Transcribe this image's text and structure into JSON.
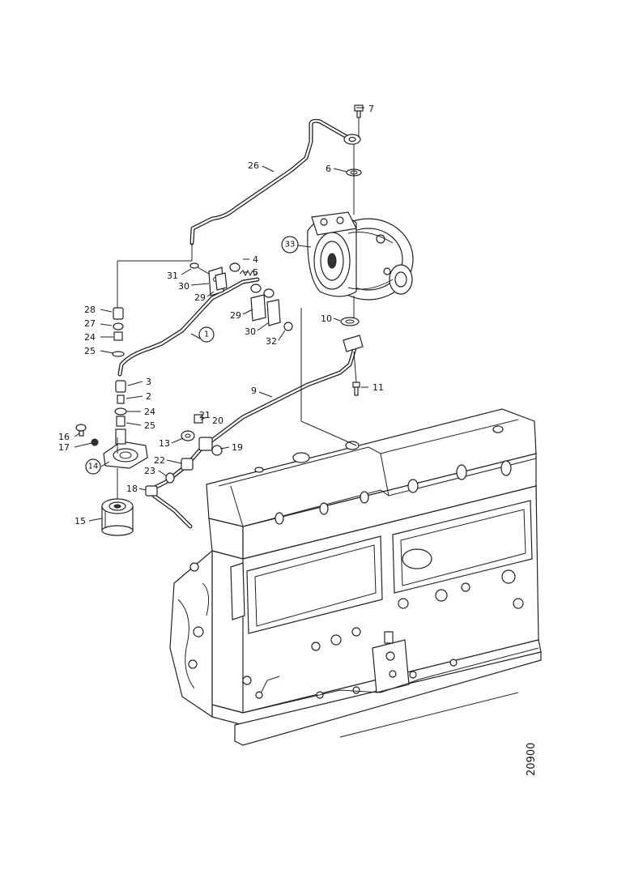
{
  "drawing_number": "20900",
  "callouts": {
    "c1": "1",
    "c2": "2",
    "c3": "3",
    "c4": "4",
    "c5": "5",
    "c6": "6",
    "c7": "7",
    "c9": "9",
    "c10": "10",
    "c11": "11",
    "c13": "13",
    "c14": "14",
    "c15": "15",
    "c16": "16",
    "c17": "17",
    "c18": "18",
    "c19": "19",
    "c20": "20",
    "c21": "21",
    "c22": "22",
    "c23": "23",
    "c24a": "24",
    "c24b": "24",
    "c25a": "25",
    "c25b": "25",
    "c26": "26",
    "c27": "27",
    "c28": "28",
    "c29a": "29",
    "c29b": "29",
    "c30a": "30",
    "c30b": "30",
    "c31": "31",
    "c32": "32",
    "c33": "33"
  },
  "colors": {
    "line": "#222222",
    "background": "#ffffff"
  },
  "icons": [
    "turbocharger",
    "oil-filter",
    "filter-head",
    "engine-block",
    "oil-pipe"
  ]
}
